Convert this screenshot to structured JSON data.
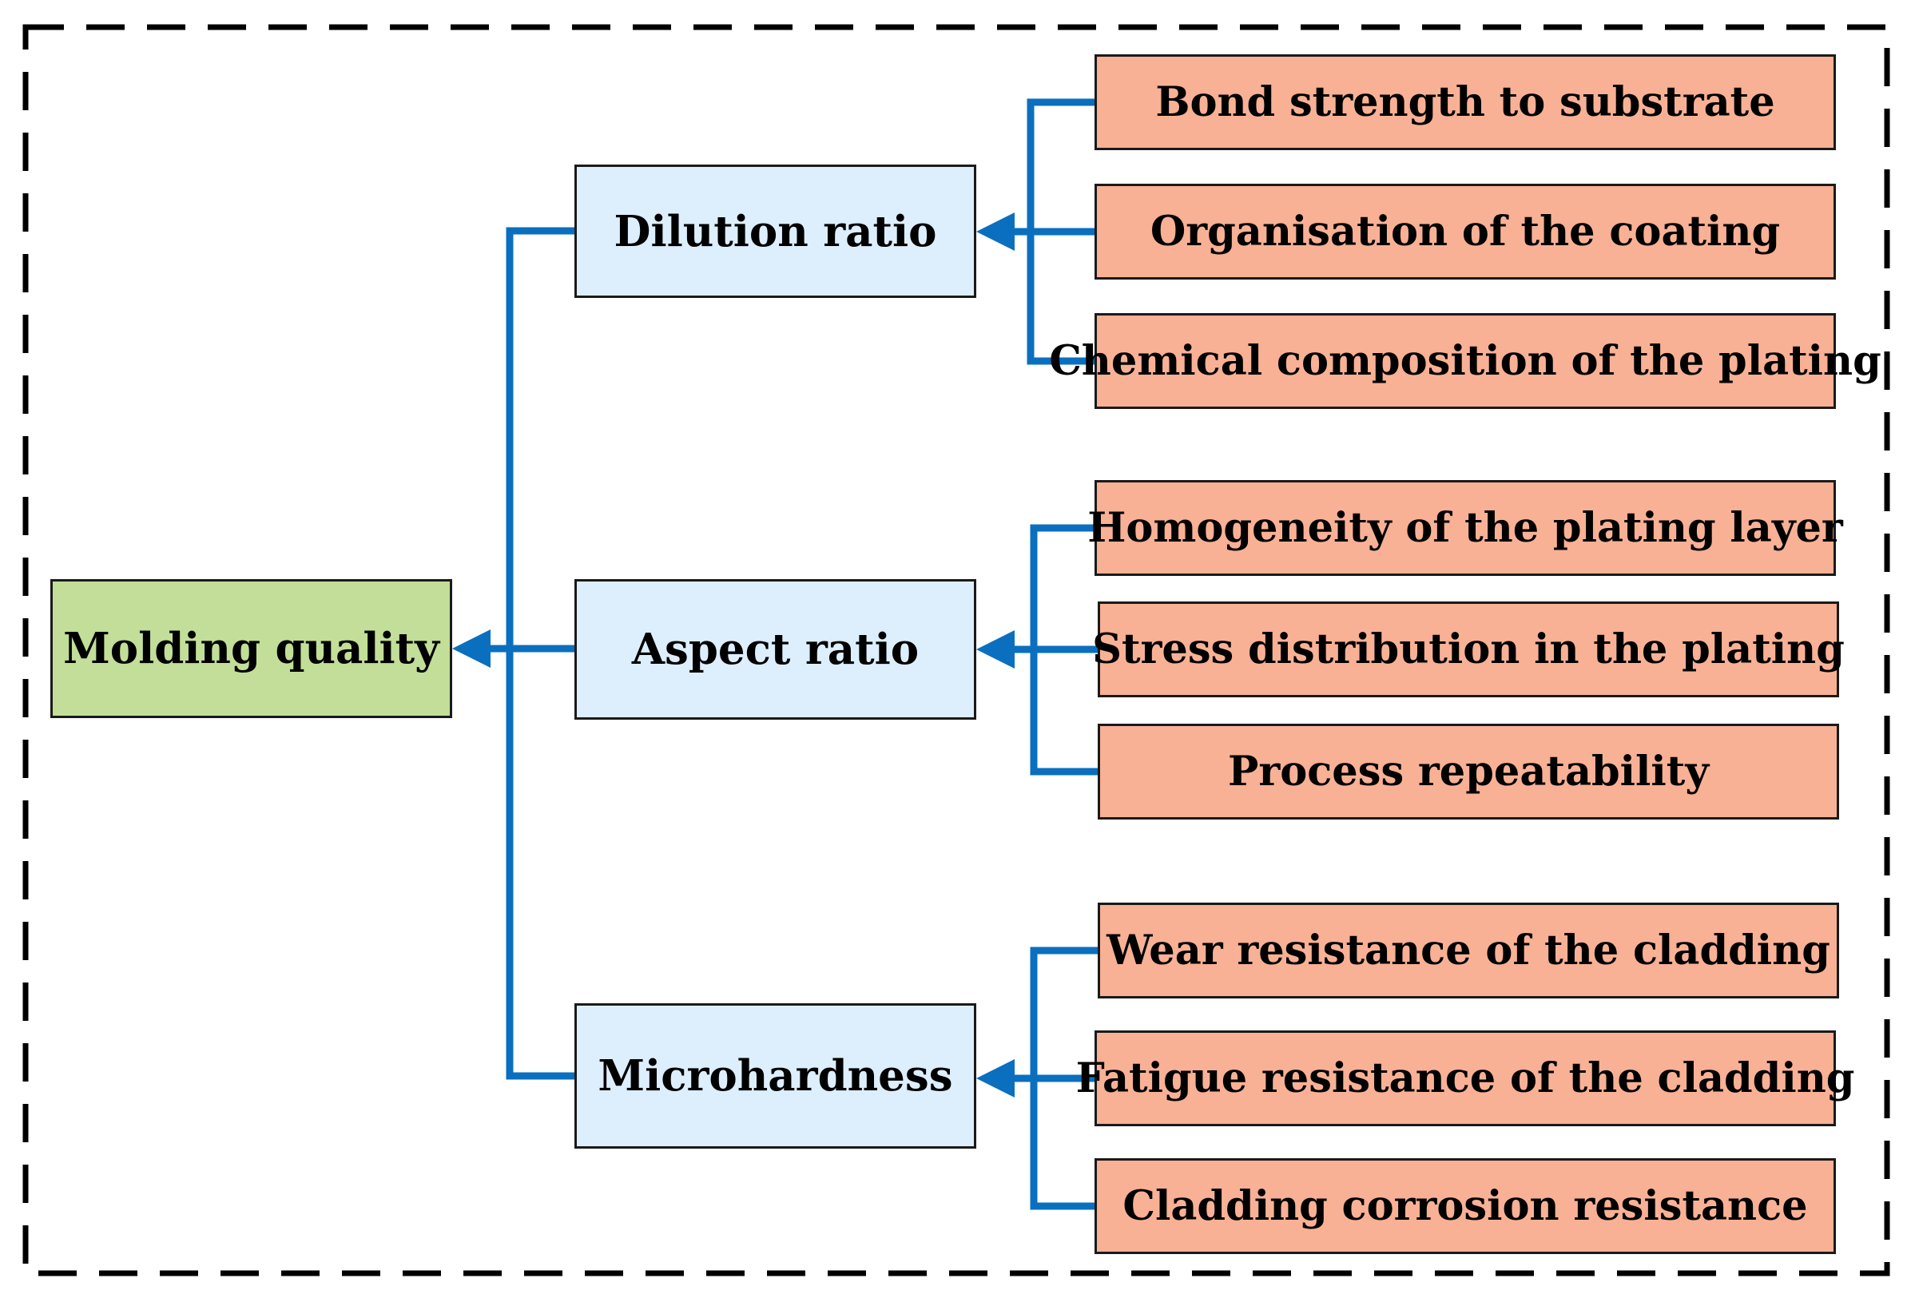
{
  "colors": {
    "connector": "#0a6fbf",
    "root_fill": "#c2de98",
    "category_fill": "#ddeefc",
    "factor_fill": "#f8b195",
    "border": "#1a1a1a"
  },
  "root": {
    "label": "Molding quality"
  },
  "categories": [
    {
      "label": "Dilution ratio",
      "factors": [
        "Bond strength to substrate",
        "Organisation of the coating",
        "Chemical composition of the plating"
      ]
    },
    {
      "label": "Aspect ratio",
      "factors": [
        "Homogeneity of the plating layer",
        "Stress distribution in the plating",
        "Process repeatability"
      ]
    },
    {
      "label": "Microhardness",
      "factors": [
        "Wear resistance of the cladding",
        "Fatigue resistance of the cladding",
        "Cladding corrosion resistance"
      ]
    }
  ]
}
